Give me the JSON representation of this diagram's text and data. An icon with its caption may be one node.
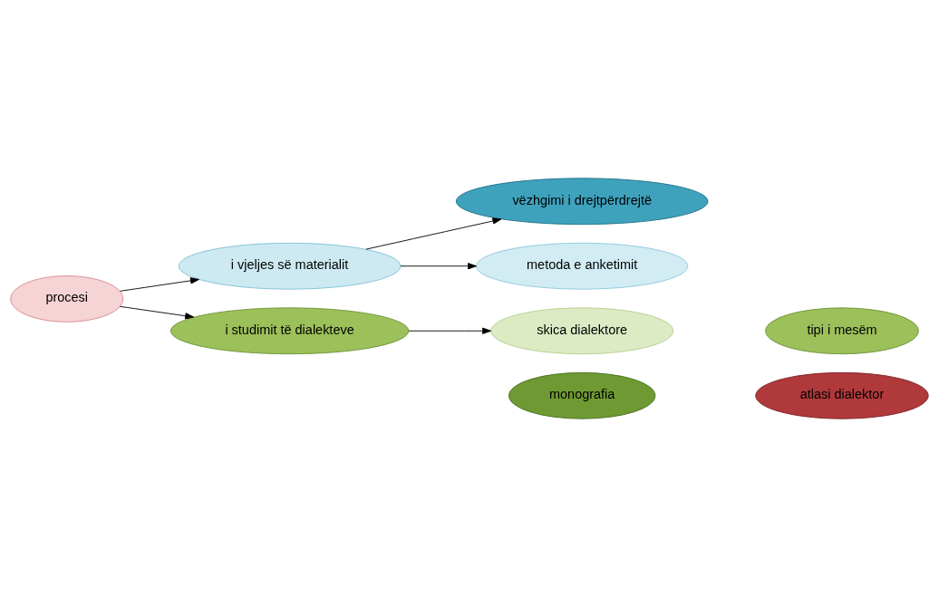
{
  "diagram": {
    "nodes": [
      {
        "text": [
          "procesi"
        ]
      },
      {
        "text": [
          "i vjeljes së materialit"
        ]
      },
      {
        "text": [
          "vëzhgimi i drejtpërdrejtë"
        ]
      },
      {
        "text": [
          "metoda e anketimit"
        ]
      },
      {
        "text": [
          "i studimit të dialekteve"
        ]
      },
      {
        "text": [
          "skica dialektore"
        ]
      },
      {
        "text": [
          "tipi i mesëm"
        ]
      },
      {
        "text": [
          "monografia"
        ]
      },
      {
        "text": [
          "atlasi dialektor"
        ]
      }
    ],
    "edges": [
      {
        "from": 0,
        "to": 1,
        "arrow": "to"
      },
      {
        "from": 0,
        "to": 4,
        "arrow": "to"
      },
      {
        "from": 1,
        "to": 2,
        "arrow": "to"
      },
      {
        "from": 1,
        "to": 3,
        "arrow": "to"
      },
      {
        "from": 4,
        "to": 5,
        "arrow": "to"
      }
    ]
  }
}
